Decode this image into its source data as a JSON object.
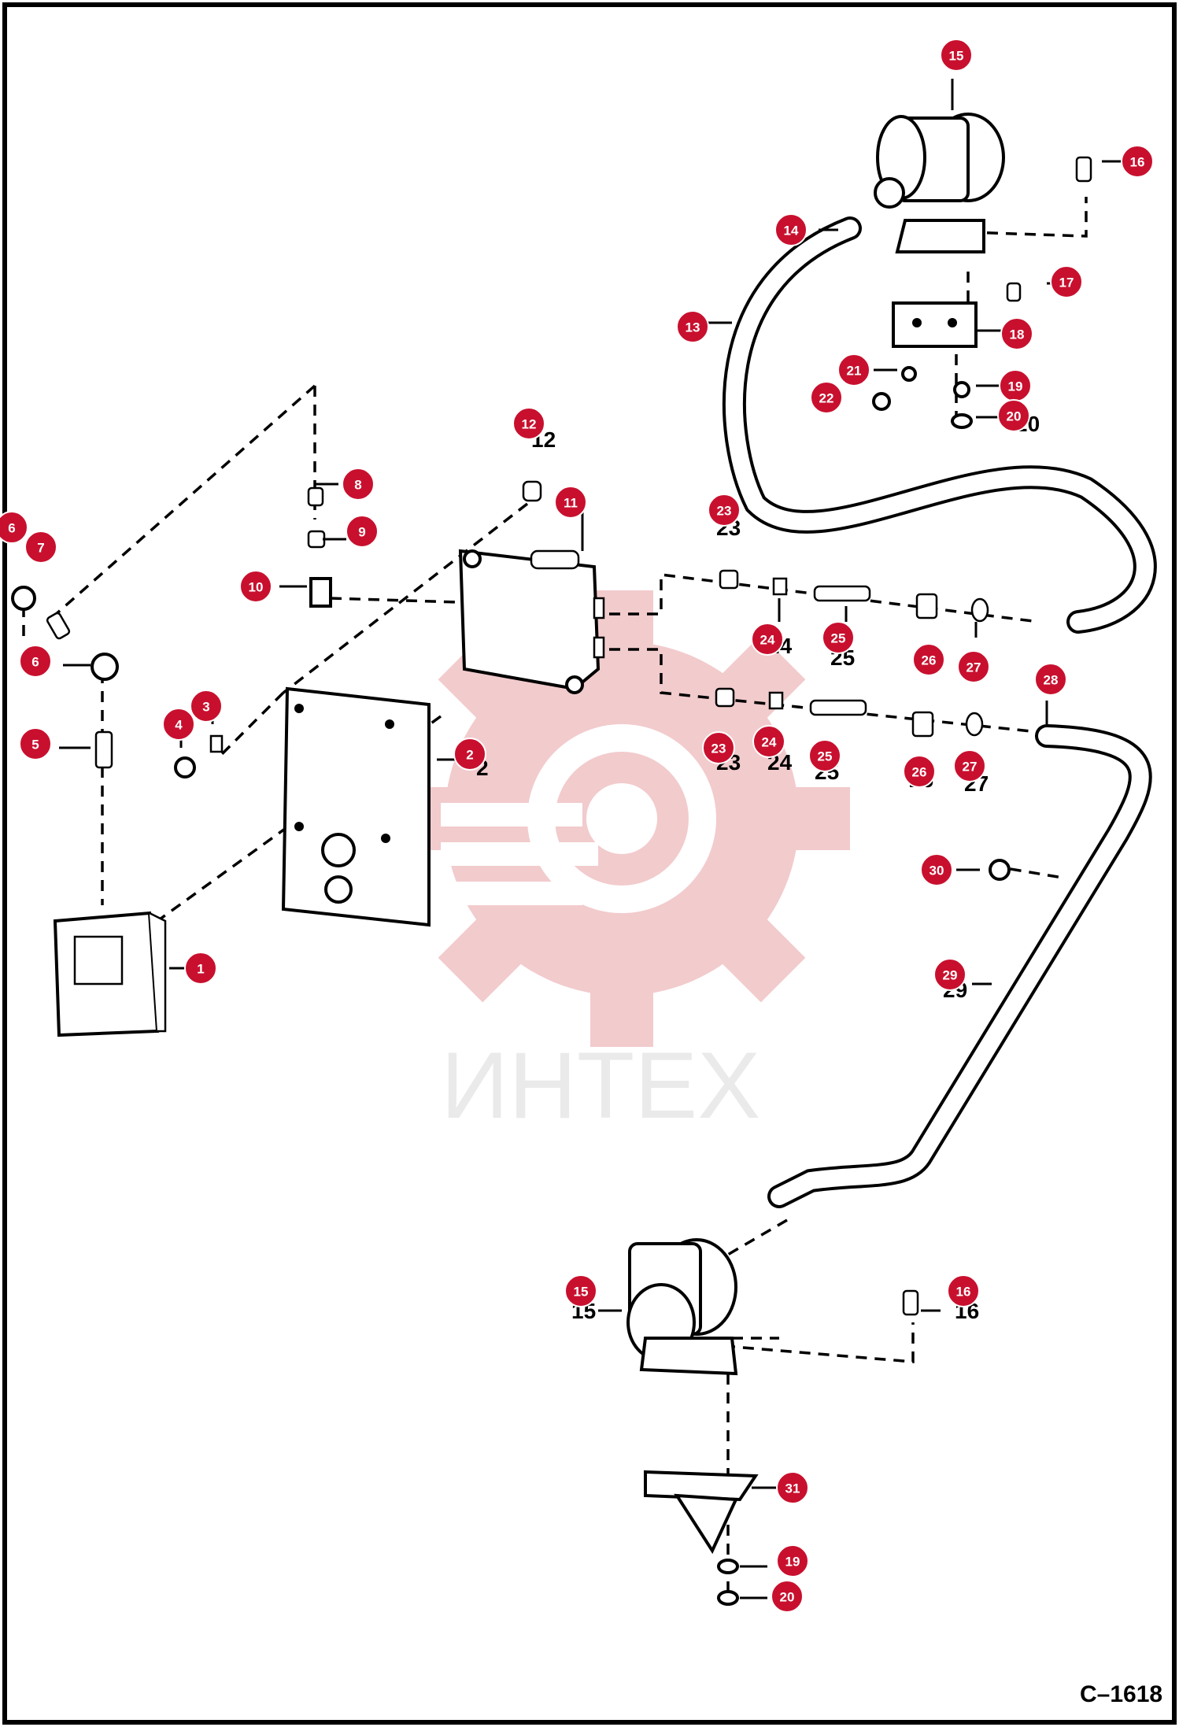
{
  "watermark": {
    "text": "ИНТЕХ",
    "color": "#e8a0a4"
  },
  "diagram_code": "C–1618",
  "accent_color": "#c8102e",
  "callouts": [
    {
      "id": "c15a",
      "label": "15"
    },
    {
      "id": "c16a",
      "label": "16"
    },
    {
      "id": "c14",
      "label": "14"
    },
    {
      "id": "c17",
      "label": "17"
    },
    {
      "id": "c13",
      "label": "13"
    },
    {
      "id": "c18",
      "label": "18"
    },
    {
      "id": "c21",
      "label": "21"
    },
    {
      "id": "c19a",
      "label": "19"
    },
    {
      "id": "c22",
      "label": "22"
    },
    {
      "id": "c20a",
      "label": "20"
    },
    {
      "id": "c12",
      "label": "12"
    },
    {
      "id": "c8",
      "label": "8"
    },
    {
      "id": "c11",
      "label": "11"
    },
    {
      "id": "c23a",
      "label": "23"
    },
    {
      "id": "c9",
      "label": "9"
    },
    {
      "id": "c6a",
      "label": "6"
    },
    {
      "id": "c7",
      "label": "7"
    },
    {
      "id": "c10",
      "label": "10"
    },
    {
      "id": "c24a",
      "label": "24"
    },
    {
      "id": "c25a",
      "label": "25"
    },
    {
      "id": "c26a",
      "label": "26"
    },
    {
      "id": "c27a",
      "label": "27"
    },
    {
      "id": "c6b",
      "label": "6"
    },
    {
      "id": "c28",
      "label": "28"
    },
    {
      "id": "c3",
      "label": "3"
    },
    {
      "id": "c4",
      "label": "4"
    },
    {
      "id": "c2",
      "label": "2"
    },
    {
      "id": "c5",
      "label": "5"
    },
    {
      "id": "c23b",
      "label": "23"
    },
    {
      "id": "c24b",
      "label": "24"
    },
    {
      "id": "c25b",
      "label": "25"
    },
    {
      "id": "c26b",
      "label": "26"
    },
    {
      "id": "c27b",
      "label": "27"
    },
    {
      "id": "c30",
      "label": "30"
    },
    {
      "id": "c1",
      "label": "1"
    },
    {
      "id": "c29",
      "label": "29"
    },
    {
      "id": "c15b",
      "label": "15"
    },
    {
      "id": "c16b",
      "label": "16"
    },
    {
      "id": "c31",
      "label": "31"
    },
    {
      "id": "c19b",
      "label": "19"
    },
    {
      "id": "c20b",
      "label": "20"
    }
  ],
  "plain_labels": [
    {
      "id": "p12",
      "label": "12"
    },
    {
      "id": "p23a",
      "label": "23"
    },
    {
      "id": "p24a",
      "label": "24"
    },
    {
      "id": "p25a",
      "label": "25"
    },
    {
      "id": "p2",
      "label": "2"
    },
    {
      "id": "p23b",
      "label": "23"
    },
    {
      "id": "p24b",
      "label": "24"
    },
    {
      "id": "p25b",
      "label": "25"
    },
    {
      "id": "p26b",
      "label": "26"
    },
    {
      "id": "p27b",
      "label": "27"
    },
    {
      "id": "p29",
      "label": "29"
    },
    {
      "id": "p15b",
      "label": "15"
    },
    {
      "id": "p16b",
      "label": "16"
    },
    {
      "id": "p20a",
      "label": "20"
    }
  ]
}
